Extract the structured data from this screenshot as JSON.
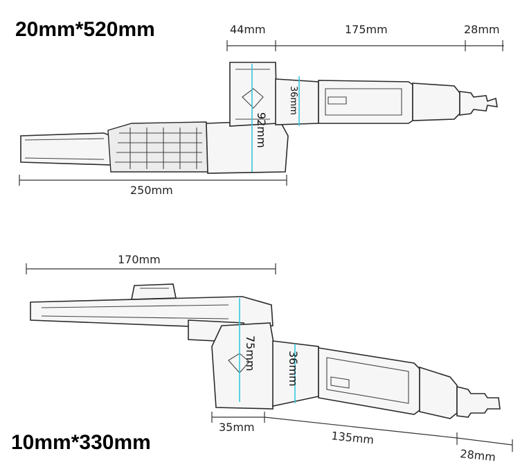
{
  "tool_top": {
    "title": "20mm*520mm",
    "dimensions": {
      "head_width": "44mm",
      "body_length": "175mm",
      "connector_length": "28mm",
      "neck_diameter": "36mm",
      "head_height": "92mm",
      "arm_length": "250mm"
    }
  },
  "tool_bottom": {
    "title": "10mm*330mm",
    "dimensions": {
      "arm_length": "170mm",
      "head_height": "75mm",
      "neck_diameter": "36mm",
      "head_width": "35mm",
      "body_length": "135mm",
      "connector_length": "28mm"
    }
  },
  "colors": {
    "dimension_line": "#333333",
    "measure_accent": "#36c6dd"
  }
}
